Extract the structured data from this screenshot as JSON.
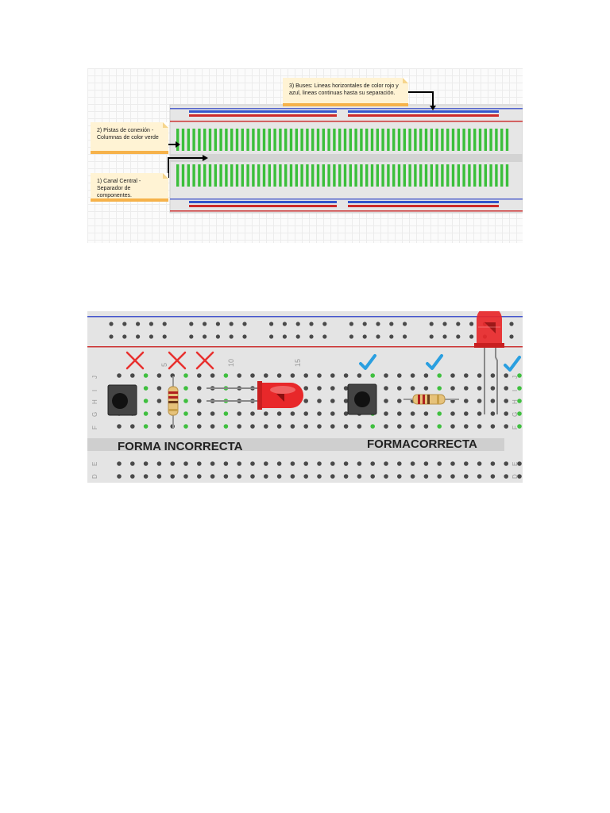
{
  "figure1": {
    "notes": [
      {
        "id": "buses",
        "text": "3) Buses: Lineas horizontales de color rojo y azul, lineas continuas hasta su separación."
      },
      {
        "id": "pistas",
        "text": "2) Pistas de conexión - Columnas de color verde"
      },
      {
        "id": "canal",
        "text": "1)  Canal Central - Separador de componentes."
      }
    ],
    "colors": {
      "green_track": "#3bbf3b",
      "bus_red": "#cc3333",
      "bus_blue": "#3355cc",
      "board": "#e6e6e6",
      "note_bg": "#fff3d4",
      "note_edge": "#f6b24a"
    }
  },
  "figure2": {
    "label_incorrect": "FORMA INCORRECTA",
    "label_correct": "FORMACORRECTA",
    "column_numbers": [
      "5",
      "10",
      "15"
    ],
    "row_letters_top": [
      "J",
      "I",
      "H",
      "G",
      "F"
    ],
    "row_letters_bottom": [
      "E",
      "D"
    ],
    "icons": {
      "incorrect": "red-x-icon",
      "correct": "blue-check-icon"
    },
    "colors": {
      "cross": "#e8312f",
      "check": "#2a9fe0",
      "led": "#e8282a",
      "hole_active": "#3fbf3f"
    }
  }
}
